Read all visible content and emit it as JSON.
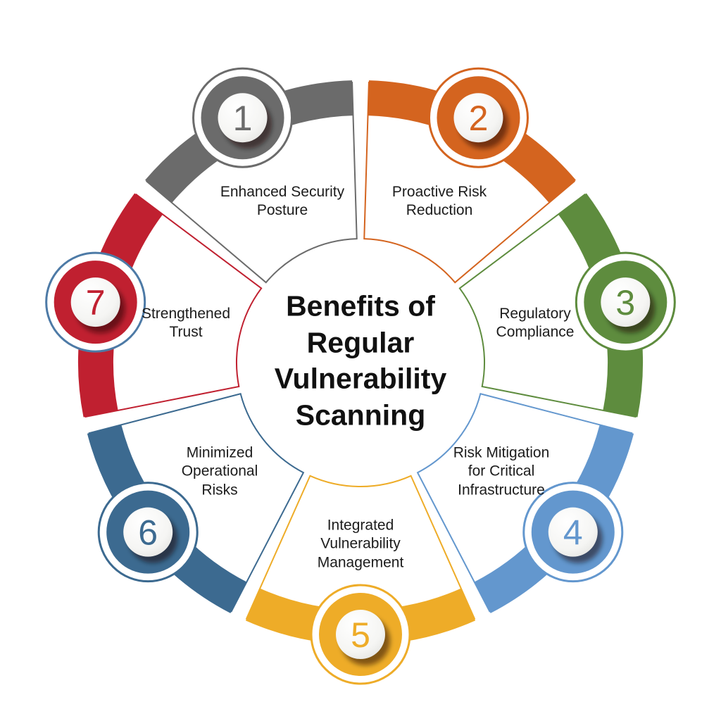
{
  "title": "Benefits of\nRegular\nVulnerability\nScanning",
  "wheel": {
    "segments": [
      {
        "number": "1",
        "label": "Enhanced Security\nPosture",
        "color": "#6b6b6b"
      },
      {
        "number": "2",
        "label": "Proactive Risk\nReduction",
        "color": "#d4641f"
      },
      {
        "number": "3",
        "label": "Regulatory\nCompliance",
        "color": "#5e8c3e"
      },
      {
        "number": "4",
        "label": "Risk Mitigation\nfor Critical\nInfrastructure",
        "color": "#6397ce"
      },
      {
        "number": "5",
        "label": "Integrated\nVulnerability\nManagement",
        "color": "#eeac28"
      },
      {
        "number": "6",
        "label": "Minimized\nOperational\nRisks",
        "color": "#3c6a90"
      },
      {
        "number": "7",
        "label": "Strengthened\nTrust",
        "color": "#c02030",
        "outer_ring_color": "#4d7aa6"
      }
    ],
    "badge_inner_disc_color": "#ffffff",
    "background_color": "#ffffff",
    "label_text_color": "#1c1c1c",
    "title_text_color": "#111111"
  }
}
